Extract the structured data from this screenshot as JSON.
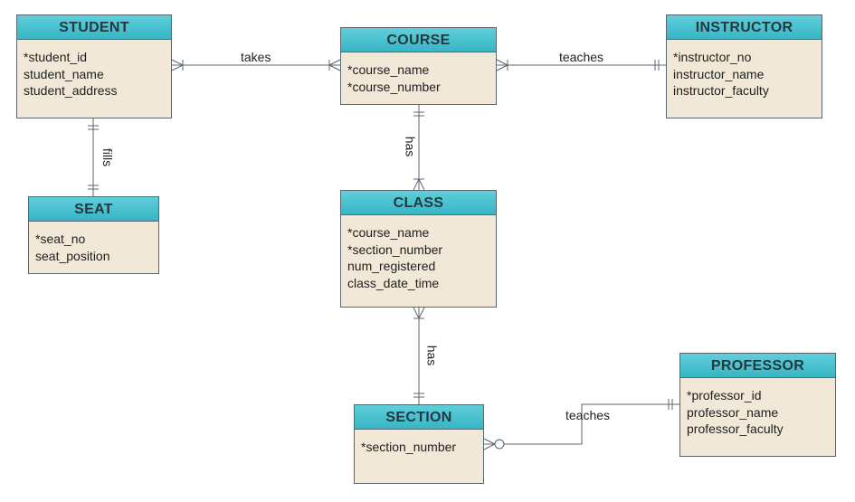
{
  "entities": {
    "student": {
      "name": "STUDENT",
      "attributes": [
        "*student_id",
        "student_name",
        "student_address"
      ]
    },
    "course": {
      "name": "COURSE",
      "attributes": [
        "*course_name",
        "*course_number"
      ]
    },
    "instructor": {
      "name": "INSTRUCTOR",
      "attributes": [
        "*instructor_no",
        "instructor_name",
        "instructor_faculty"
      ]
    },
    "seat": {
      "name": "SEAT",
      "attributes": [
        "*seat_no",
        "seat_position"
      ]
    },
    "class": {
      "name": "CLASS",
      "attributes": [
        "*course_name",
        "*section_number",
        "num_registered",
        "class_date_time"
      ]
    },
    "section": {
      "name": "SECTION",
      "attributes": [
        "*section_number"
      ]
    },
    "professor": {
      "name": "PROFESSOR",
      "attributes": [
        "*professor_id",
        "professor_name",
        "professor_faculty"
      ]
    }
  },
  "relationships": {
    "student_course": "takes",
    "course_instructor": "teaches",
    "student_seat": "fills",
    "course_class": "has",
    "class_section": "has",
    "section_professor": "teaches"
  },
  "colors": {
    "header_top": "#5fcfda",
    "header_bottom": "#38b5c5",
    "body": "#f2e8d8",
    "border": "#5b6670",
    "line": "#5a6670"
  }
}
